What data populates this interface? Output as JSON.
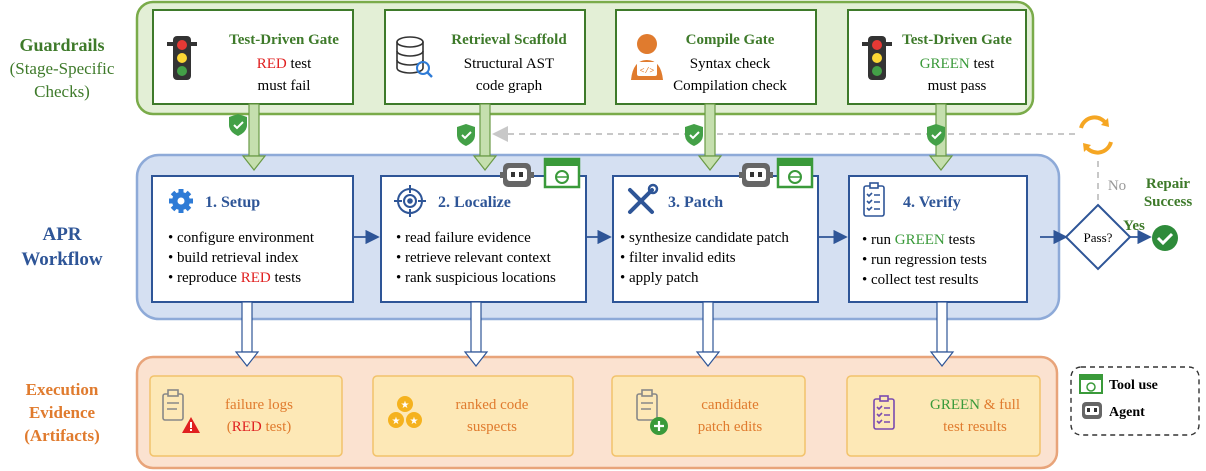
{
  "labels": {
    "guardrails": {
      "line1": "Guardrails",
      "line2": "(Stage-Specific",
      "line3": "Checks)"
    },
    "workflow": {
      "line1": "APR",
      "line2": "Workflow"
    },
    "evidence": {
      "line1": "Execution",
      "line2": "Evidence",
      "line3": "(Artifacts)"
    }
  },
  "gates": [
    {
      "title": "Test-Driven Gate",
      "line1_colored": "RED",
      "line1_rest": " test",
      "line2": "must fail",
      "icon": "traffic-light-icon"
    },
    {
      "title": "Retrieval Scaffold",
      "line1": "Structural AST",
      "line2": "code graph",
      "icon": "database-search-icon"
    },
    {
      "title": "Compile Gate",
      "line1": "Syntax check",
      "line2": "Compilation check",
      "icon": "developer-icon"
    },
    {
      "title": "Test-Driven Gate",
      "line1_colored": "GREEN",
      "line1_rest": " test",
      "line2": "must pass",
      "icon": "traffic-light-icon"
    }
  ],
  "steps": [
    {
      "title": "1. Setup",
      "icon": "gear-icon",
      "items": [
        "• configure environment",
        "• build retrieval index"
      ],
      "last_pre": "• reproduce ",
      "last_colored": "RED",
      "last_post": " tests"
    },
    {
      "title": "2. Localize",
      "icon": "target-icon",
      "items": [
        "• read failure evidence",
        "• retrieve relevant context",
        "• rank suspicious locations"
      ]
    },
    {
      "title": "3. Patch",
      "icon": "tools-icon",
      "items": [
        "• synthesize candidate patch",
        "• filter invalid edits",
        "• apply patch"
      ]
    },
    {
      "title": "4. Verify",
      "icon": "checklist-icon",
      "first_pre": "• run ",
      "first_colored": "GREEN",
      "first_post": " tests",
      "items": [
        "• run regression tests",
        "• collect test results"
      ]
    }
  ],
  "decision": {
    "label": "Pass?",
    "yes": "Yes",
    "no": "No",
    "result_line1": "Repair",
    "result_line2": "Success"
  },
  "artifacts": [
    {
      "line1": "failure logs",
      "line2_pre": "(",
      "line2_colored": "RED",
      "line2_post": " test)",
      "icon": "clipboard-warning-icon"
    },
    {
      "line1": "ranked code",
      "line2": "suspects",
      "icon": "stars-icon"
    },
    {
      "line1": "candidate",
      "line2": "patch edits",
      "icon": "clipboard-plus-icon"
    },
    {
      "line1_colored": "GREEN",
      "line1_rest": " & full",
      "line2": "test results",
      "icon": "checklist-icon"
    }
  ],
  "legend": {
    "tool": "Tool use",
    "agent": "Agent"
  },
  "colors": {
    "guard_fill": "#e3efd6",
    "guard_border": "#7aab4a",
    "guard_text": "#3e7a2a",
    "workflow_fill": "#d5e0f2",
    "workflow_border": "#8eaad8",
    "workflow_text": "#2e5597",
    "evidence_fill": "#fbe2d0",
    "evidence_border": "#e8a47a",
    "evidence_text": "#e07b2e",
    "red": "#e02020",
    "green": "#3a9a3a",
    "shield": "#43a047"
  }
}
